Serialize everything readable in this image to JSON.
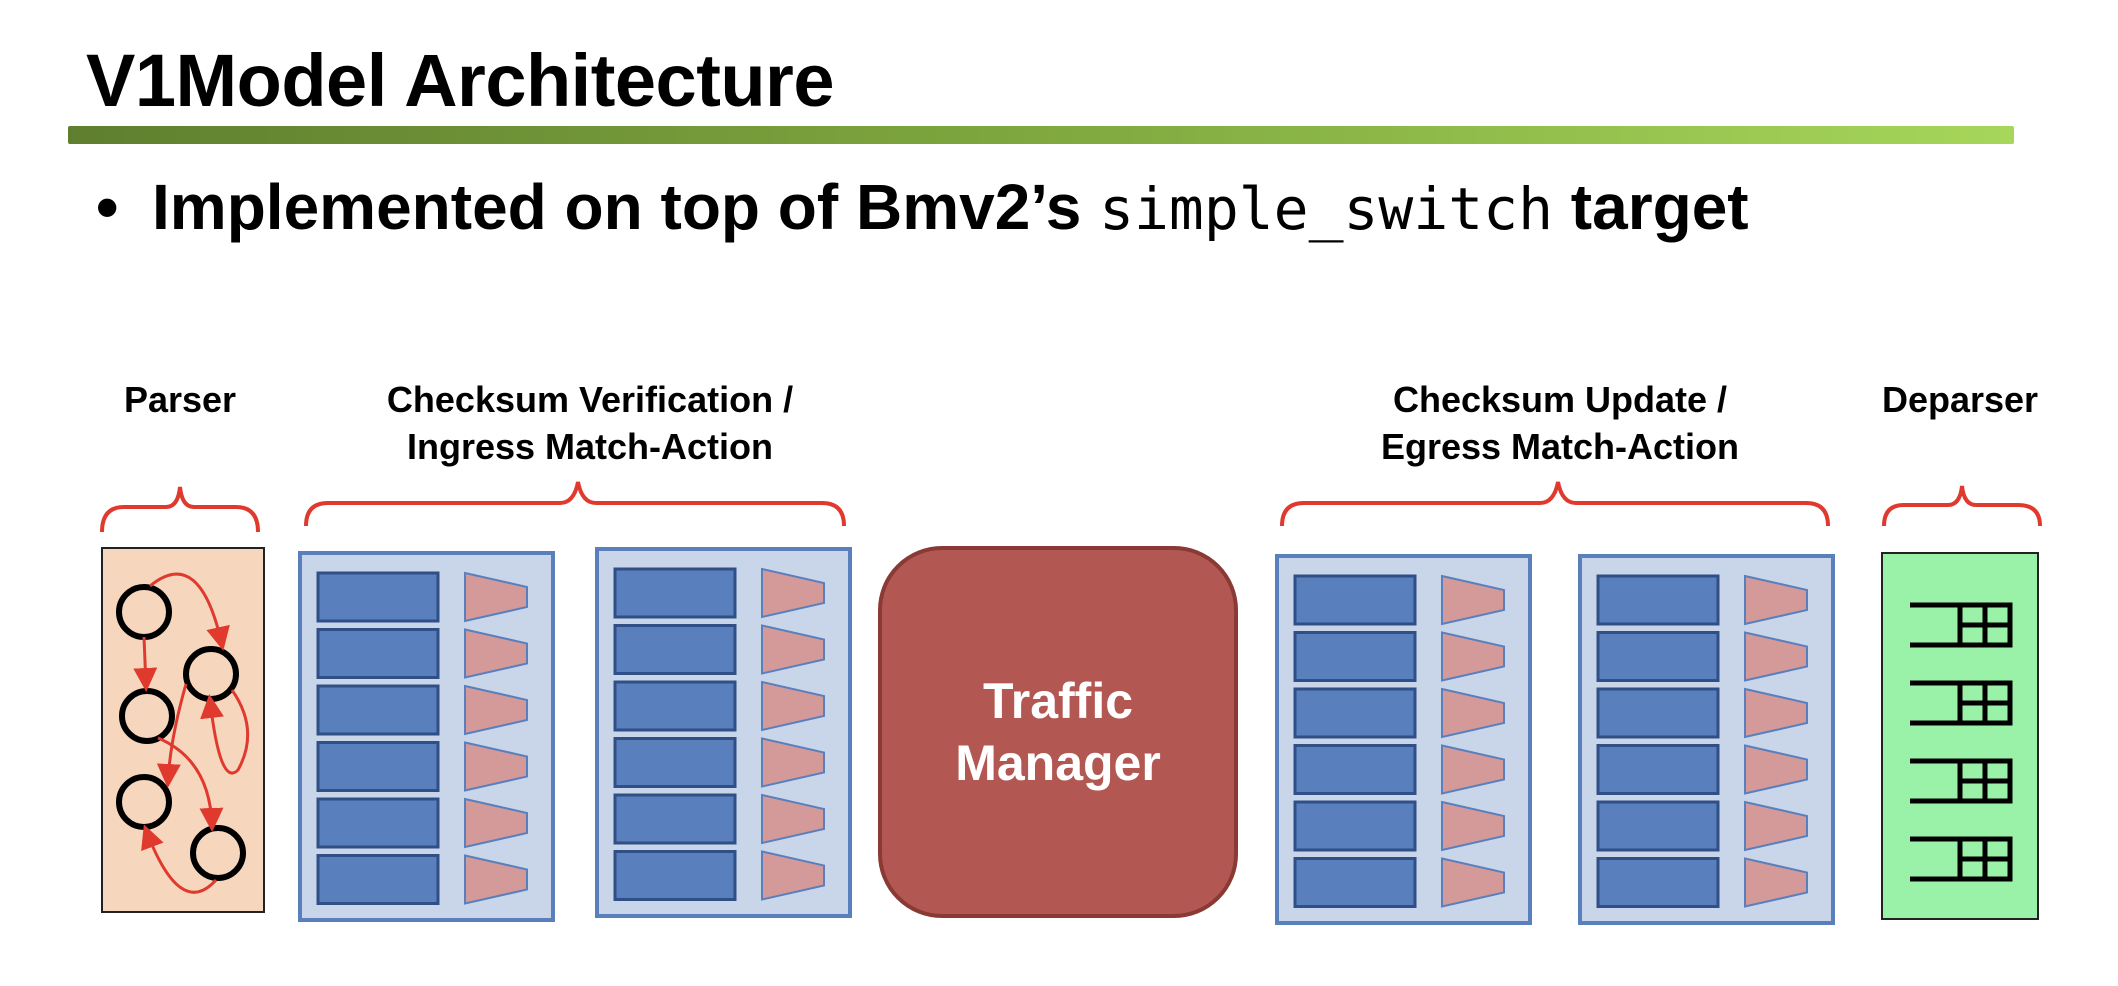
{
  "slide": {
    "title": "V1Model Architecture",
    "bullet": {
      "prefix": "Implemented on top of Bmv2’s",
      "code": "simple_switch",
      "suffix": "target"
    }
  },
  "stages": {
    "parser": {
      "label": "Parser"
    },
    "ingress": {
      "label_line1": "Checksum Verification /",
      "label_line2": "Ingress Match-Action"
    },
    "traffic_manager": {
      "label_line1": "Traffic",
      "label_line2": "Manager"
    },
    "egress": {
      "label_line1": "Checksum Update /",
      "label_line2": "Egress Match-Action"
    },
    "deparser": {
      "label": "Deparser"
    }
  },
  "colors": {
    "accent_red": "#e03a2f",
    "parser_fill": "#f6d7bd",
    "table_panel": "#c9d6ea",
    "table_row": "#5a7fbd",
    "action_triangle": "#d49a9a",
    "traffic_manager": "#b25751",
    "deparser_fill": "#9af2a8"
  }
}
